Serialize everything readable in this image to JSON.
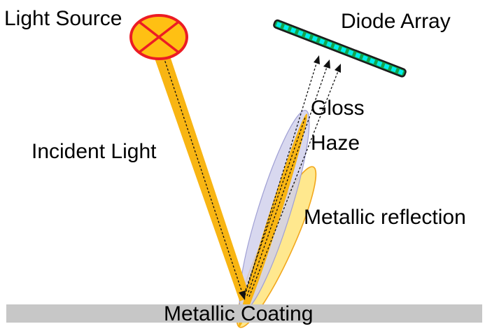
{
  "diagram": {
    "labels": {
      "light_source": "Light Source",
      "diode_array": "Diode Array",
      "incident_light": "Incident Light",
      "gloss": "Gloss",
      "haze": "Haze",
      "metallic_reflection": "Metallic reflection",
      "metallic_coating": "Metallic Coating"
    },
    "colors": {
      "beam_orange": "#F8B513",
      "reflection_pale_yellow": "#FFE88E",
      "reflection_border_orange": "#F2A71D",
      "haze_fill": "#CFCFEC",
      "haze_border": "#9F9FD4",
      "source_fill": "#FFC013",
      "source_border": "#EC1C24",
      "coating_fill": "#C7C7C7",
      "array_fill": "#15A54C",
      "array_segment_cyan": "#00ECEC",
      "array_border": "#1A1A1A",
      "ray_black": "#111111",
      "label_color": "#000000"
    },
    "icons": {
      "light_source_icon": "lamp-crossed-circle",
      "diode_array_icon": "segmented-sensor-bar",
      "ray_arrowhead_icon": "black-triangle-arrowhead"
    }
  }
}
